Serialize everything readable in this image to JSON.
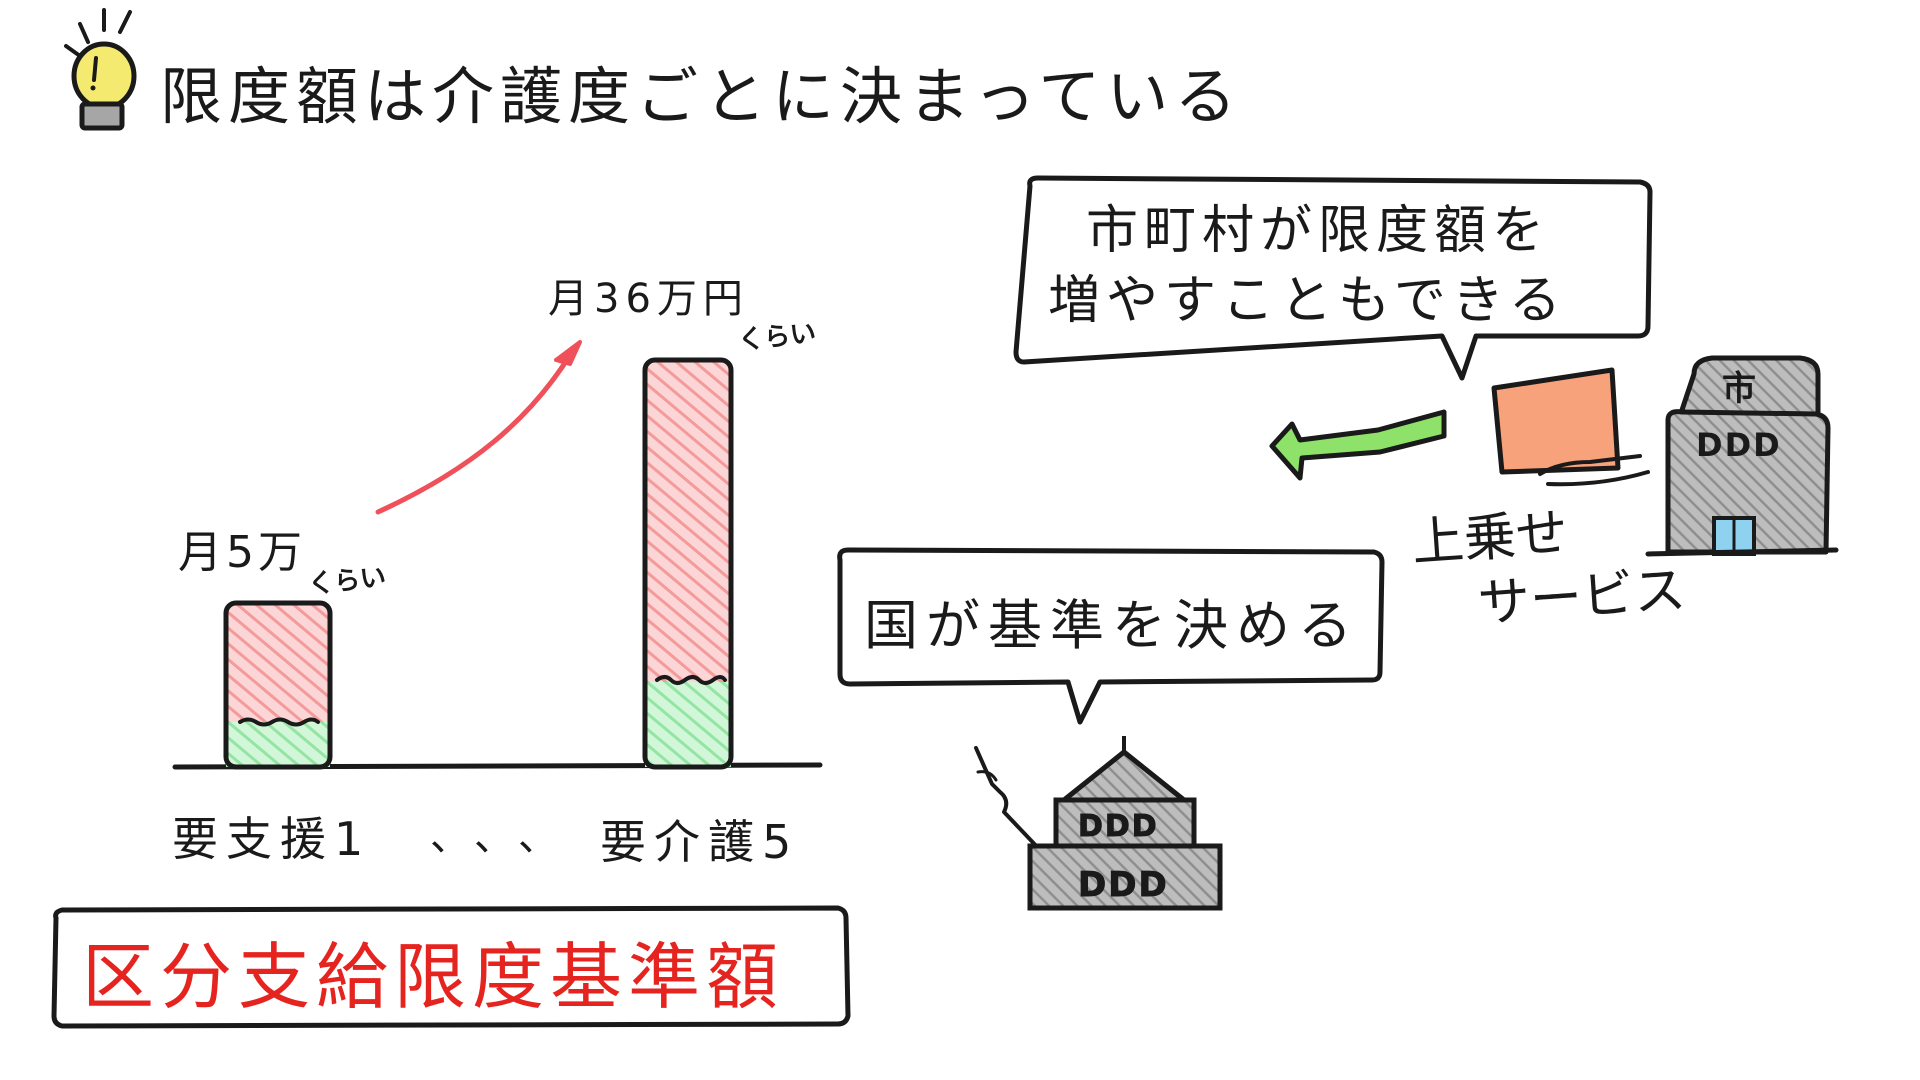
{
  "title": "限度額は介護度ごとに決まっている",
  "chart": {
    "low": {
      "amount": "月5万",
      "approx": "くらい",
      "category": "要支援1"
    },
    "high": {
      "amount": "月36万円",
      "approx": "くらい",
      "category": "要介護5"
    },
    "ellipsis": "、、、",
    "caption": "区分支給限度基準額"
  },
  "bubble_city": {
    "line1": "市町村が限度額を",
    "line2": "増やすこともできる"
  },
  "bubble_nation": {
    "text": "国が基準を決める"
  },
  "city_building": {
    "sign": "市",
    "windows": "DDD"
  },
  "box_label": {
    "line1": "上乗せ",
    "line2": "サービス"
  },
  "diet_building": {
    "windows_upper": "DDD",
    "windows_lower": "DDD"
  },
  "colors": {
    "ink": "#1a1a1a",
    "red_fill": "#f7a8a8",
    "green_fill": "#a8eab4",
    "arrow_red": "#f0505a",
    "arrow_green": "#8ee26a",
    "box_orange": "#f7a27a",
    "building_gray": "#a6a6a6",
    "bulb_yellow": "#f4ea70",
    "window_yellow": "#f4ea70",
    "door_blue": "#8fd2f0",
    "caption_red": "#e52420"
  }
}
